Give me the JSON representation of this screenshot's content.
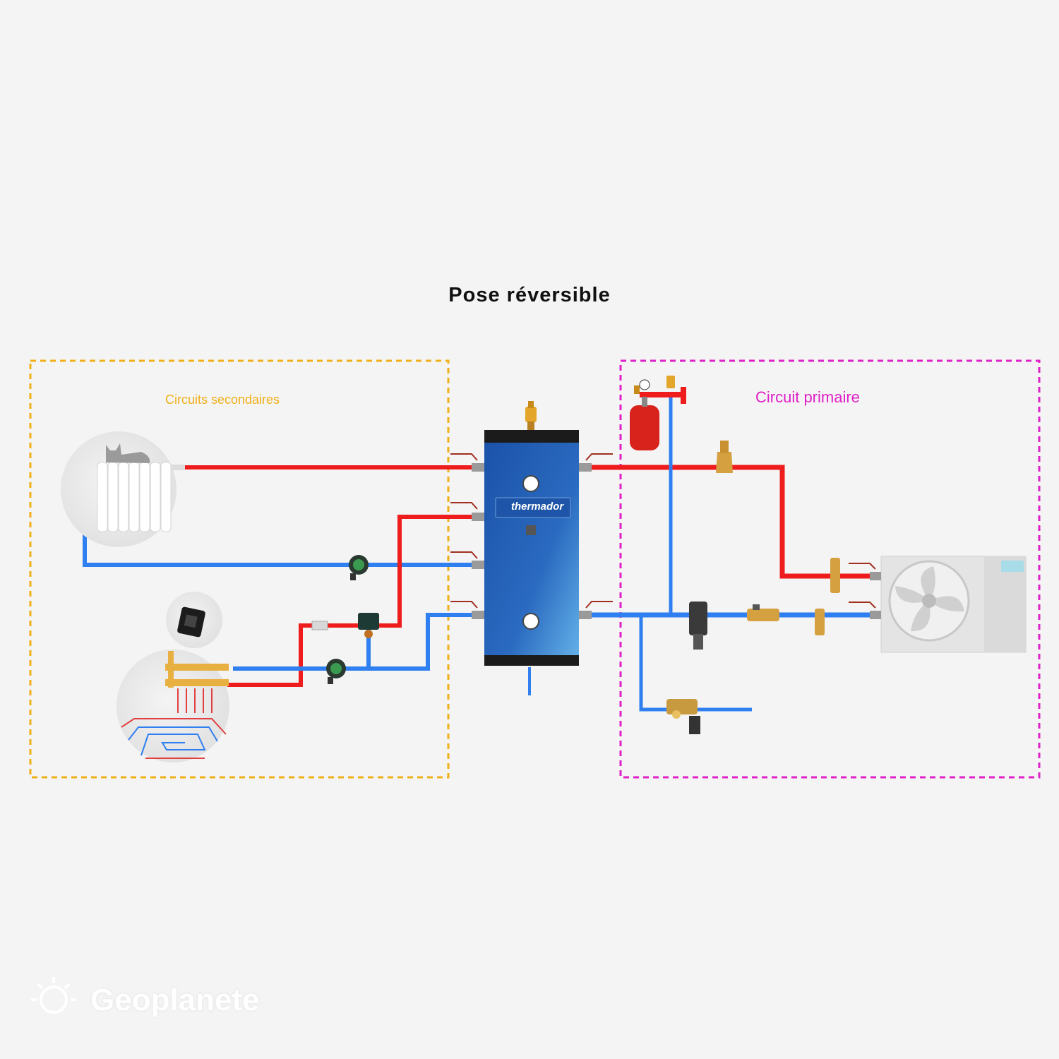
{
  "title": "Pose réversible",
  "zones": {
    "secondary": {
      "label": "Circuits secondaires",
      "color": "#f0b018"
    },
    "primary": {
      "label": "Circuit primaire",
      "color": "#e020c8"
    }
  },
  "tank": {
    "brand": "thermador"
  },
  "watermark": "Geoplanete",
  "colors": {
    "hot": "#ee1c1c",
    "cold": "#2f7ff0",
    "tank": "#1e5fb0",
    "background": "#f4f4f4"
  },
  "icons": [
    "radiator-icon",
    "cat-icon",
    "thermostat-icon",
    "floor-heating-icon",
    "circulator-pump-icon",
    "expansion-vessel-icon",
    "air-vent-icon",
    "heat-pump-fan-icon",
    "filter-icon",
    "valve-icon",
    "thermometer-icon",
    "logo-sun-icon"
  ]
}
